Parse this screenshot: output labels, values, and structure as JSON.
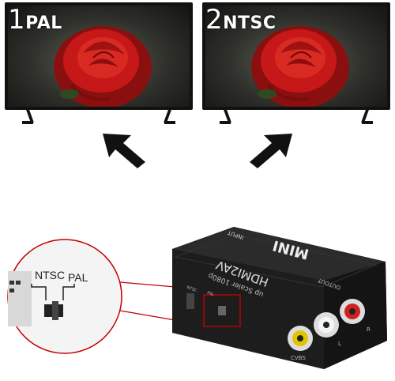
{
  "tv_left": {
    "number": "1",
    "mode": "PAL"
  },
  "tv_right": {
    "number": "2",
    "mode": "NTSC"
  },
  "device": {
    "brand": "MINI",
    "model": "HDMI2AV",
    "subtitle": "up Scaler 1080p",
    "input_label": "INPUT",
    "output_label": "OUTOUT",
    "cvbs_label": "CVBS",
    "l_label": "L",
    "r_label": "R",
    "switch_label_ntsc": "NTSC",
    "switch_label_pal": "PAL"
  },
  "zoom": {
    "label_ntsc": "NTSC",
    "label_pal": "PAL"
  }
}
